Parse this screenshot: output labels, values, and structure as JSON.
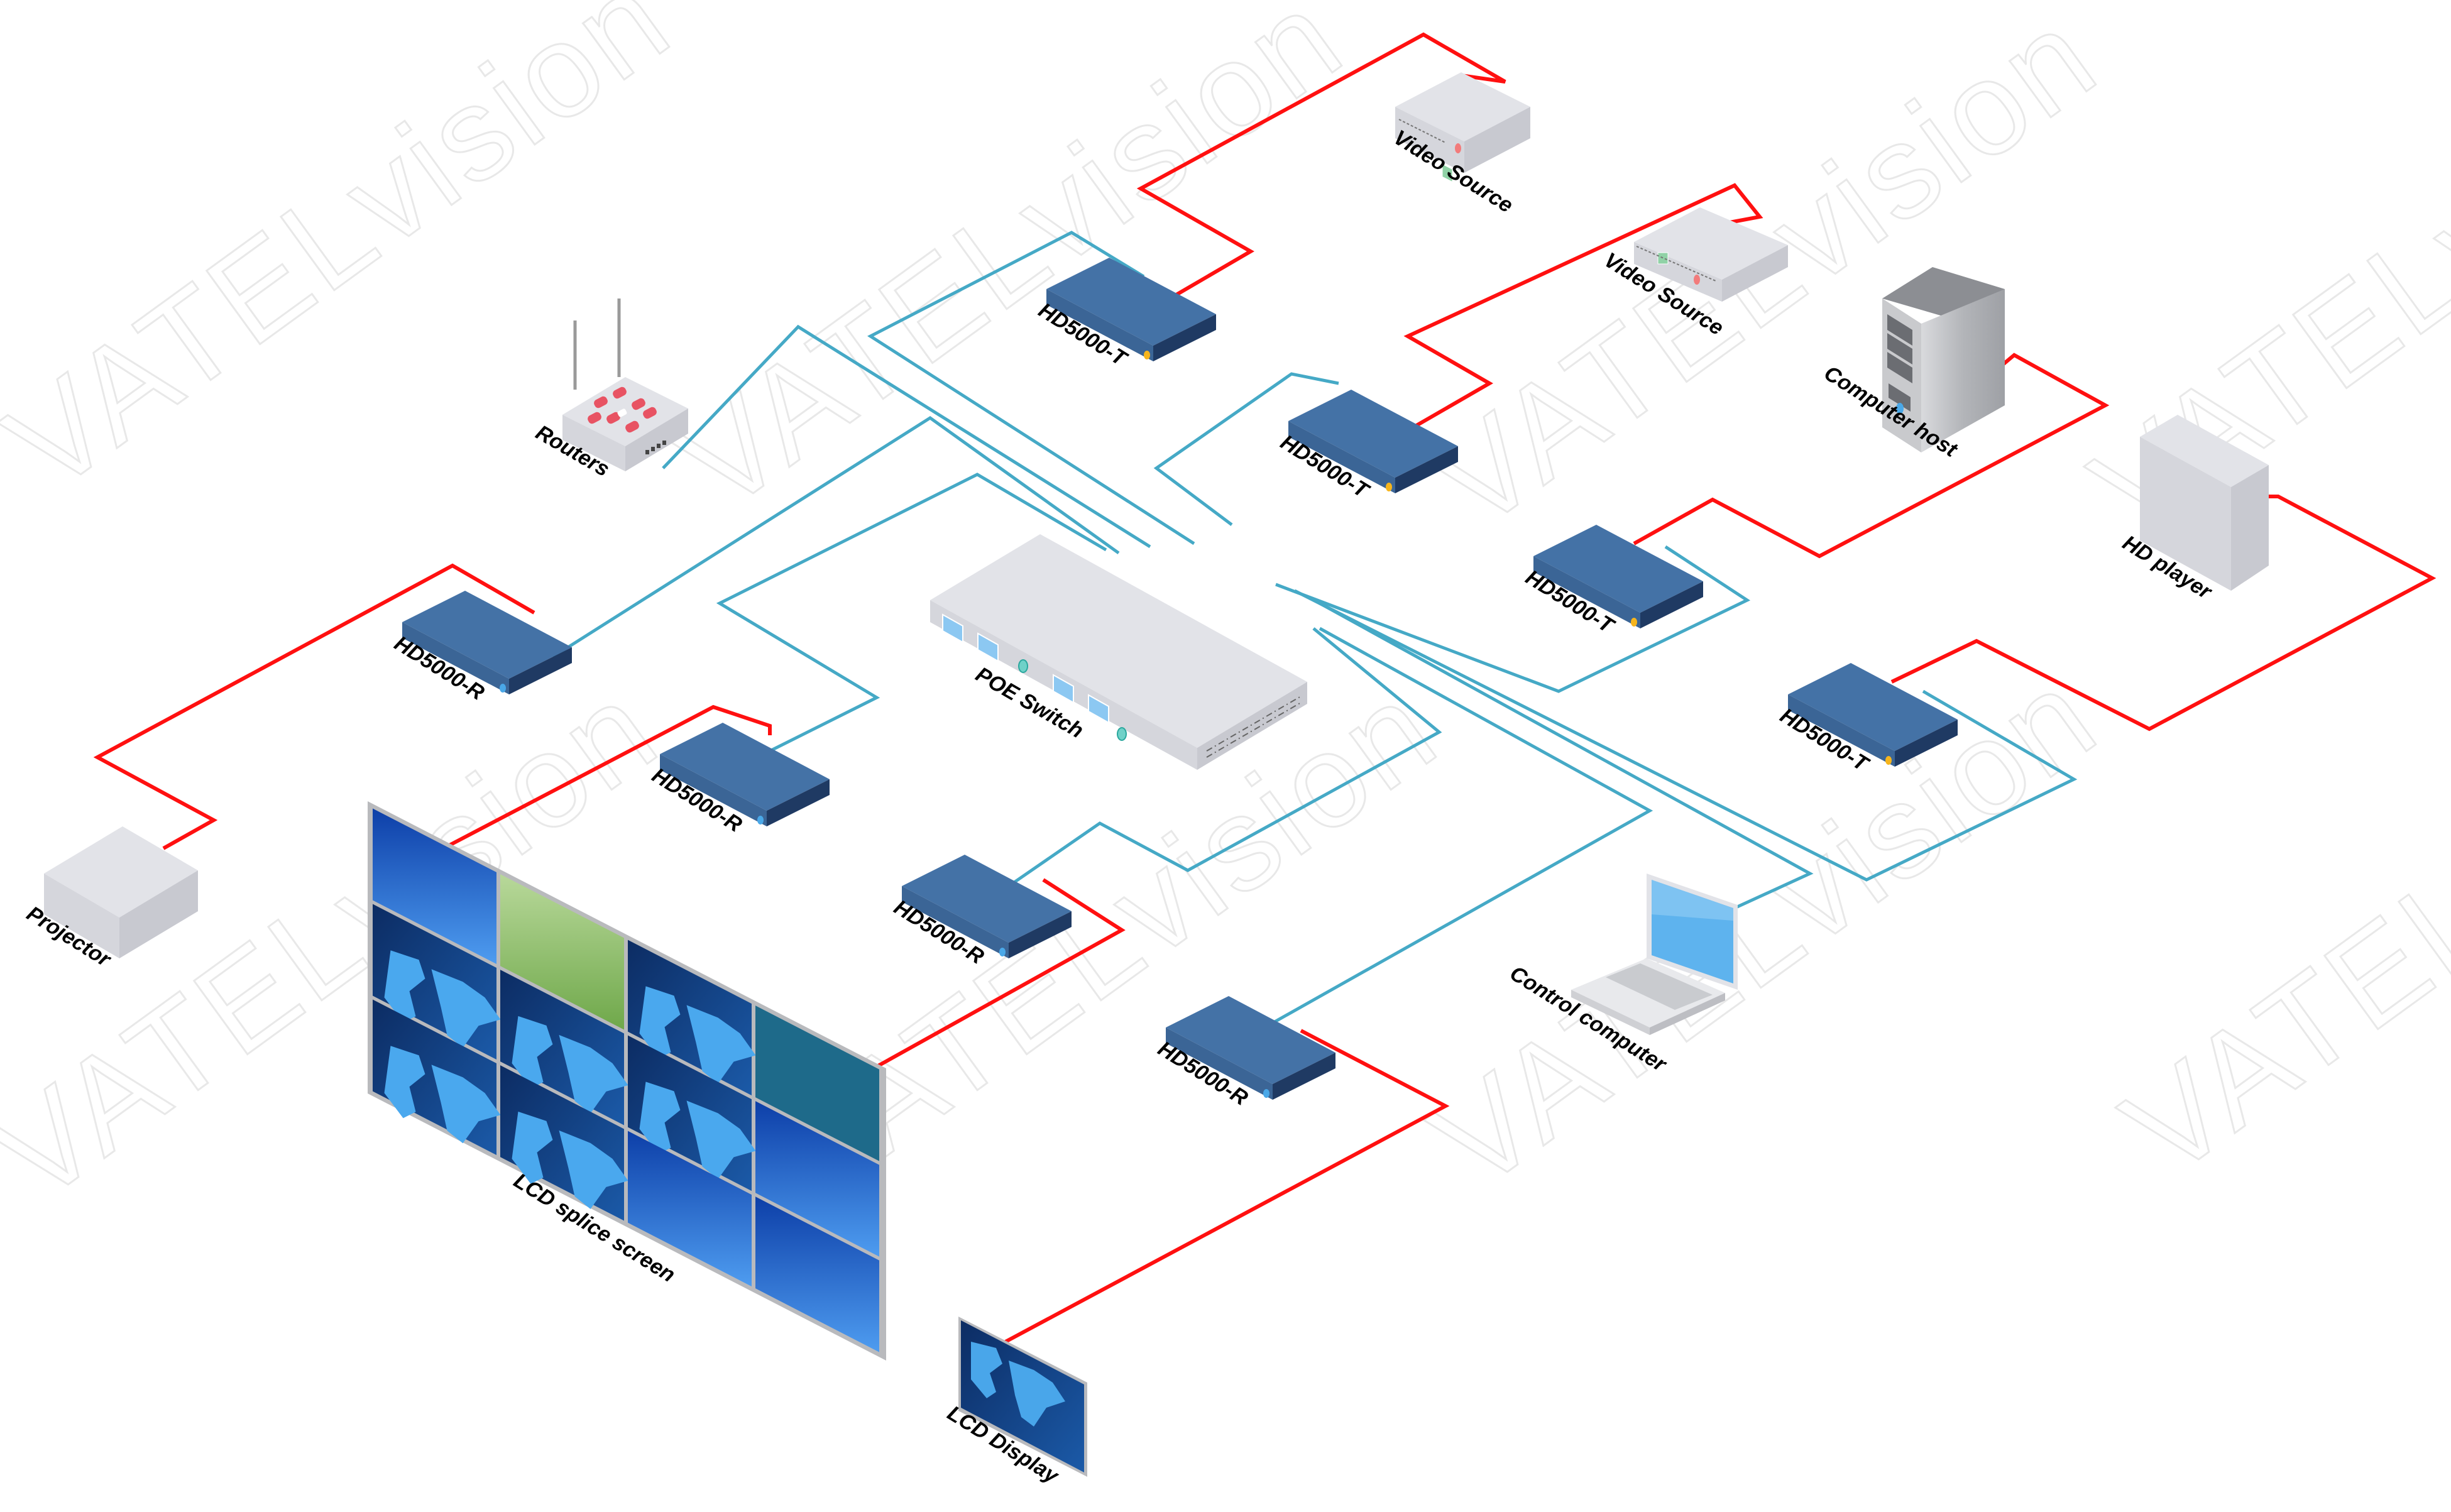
{
  "watermark": "VATELvision",
  "colors": {
    "network_cable": "#45a9c6",
    "video_cable": "#ff1010",
    "box_top": "#e2e3e8",
    "box_left": "#d5d6dc",
    "box_right": "#c8c9d0",
    "device_blue_top": "#4472a6",
    "device_blue_front": "#3b6596",
    "device_blue_side": "#1f3a63",
    "led_orange": "#f6b51d",
    "led_blue": "#4aa8e8",
    "port_blue": "#8cc8f2",
    "switch_led": "#6fd1c8",
    "router_logo": "#e85363"
  },
  "nodes": {
    "poe_switch": {
      "label": "POE Switch"
    },
    "routers": {
      "label": "Routers"
    },
    "tx1": {
      "label": "HD5000-T"
    },
    "tx2": {
      "label": "HD5000-T"
    },
    "tx3": {
      "label": "HD5000-T"
    },
    "tx4": {
      "label": "HD5000-T"
    },
    "rx1": {
      "label": "HD5000-R"
    },
    "rx2": {
      "label": "HD5000-R"
    },
    "rx3": {
      "label": "HD5000-R"
    },
    "rx4": {
      "label": "HD5000-R"
    },
    "video_source_1": {
      "label": "Video Source"
    },
    "video_source_2": {
      "label": "Video Source"
    },
    "computer_host": {
      "label": "Computer host"
    },
    "hd_player": {
      "label": "HD player"
    },
    "projector": {
      "label": "Projector"
    },
    "lcd_splice_screen": {
      "label": "LCD splice screen"
    },
    "lcd_display": {
      "label": "LCD Display"
    },
    "control_computer": {
      "label": "Control computer"
    }
  },
  "connections": [
    {
      "from": "poe_switch",
      "to": "routers",
      "type": "network"
    },
    {
      "from": "poe_switch",
      "to": "tx1",
      "type": "network"
    },
    {
      "from": "poe_switch",
      "to": "tx2",
      "type": "network"
    },
    {
      "from": "poe_switch",
      "to": "tx3",
      "type": "network"
    },
    {
      "from": "poe_switch",
      "to": "tx4",
      "type": "network"
    },
    {
      "from": "poe_switch",
      "to": "rx1",
      "type": "network"
    },
    {
      "from": "poe_switch",
      "to": "rx2",
      "type": "network"
    },
    {
      "from": "poe_switch",
      "to": "rx3",
      "type": "network"
    },
    {
      "from": "poe_switch",
      "to": "rx4",
      "type": "network"
    },
    {
      "from": "poe_switch",
      "to": "control_computer",
      "type": "network"
    },
    {
      "from": "video_source_1",
      "to": "tx1",
      "type": "video"
    },
    {
      "from": "video_source_2",
      "to": "tx2",
      "type": "video"
    },
    {
      "from": "computer_host",
      "to": "tx3",
      "type": "video"
    },
    {
      "from": "hd_player",
      "to": "tx4",
      "type": "video"
    },
    {
      "from": "rx1",
      "to": "projector",
      "type": "video"
    },
    {
      "from": "rx2",
      "to": "lcd_splice_screen",
      "type": "video"
    },
    {
      "from": "rx3",
      "to": "lcd_splice_screen",
      "type": "video"
    },
    {
      "from": "rx4",
      "to": "lcd_display",
      "type": "video"
    }
  ]
}
